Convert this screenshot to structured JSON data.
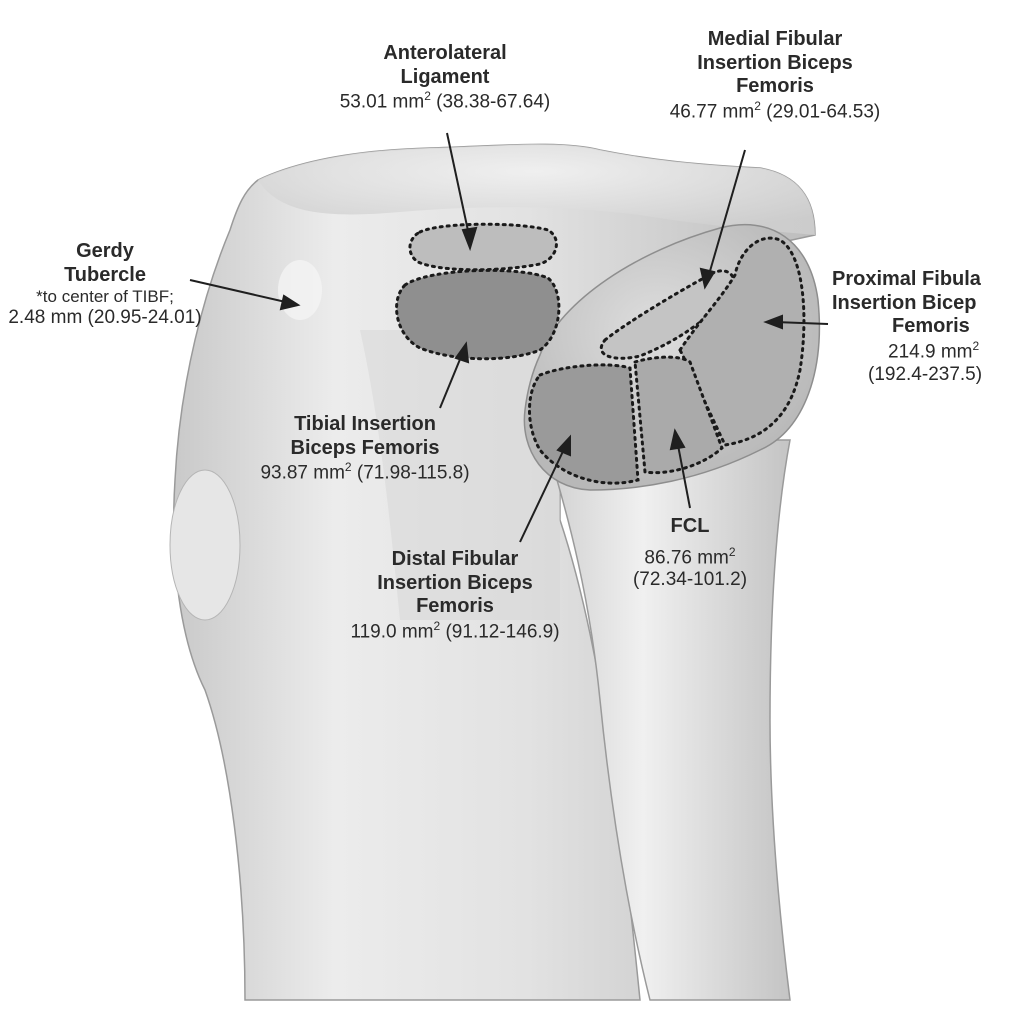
{
  "labels": {
    "anterolateral_ligament": {
      "title": [
        "Anterolateral",
        "Ligament"
      ],
      "area": "53.01 mm",
      "sup": "2",
      "range": " (38.38-67.64)"
    },
    "medial_fibular": {
      "title": [
        "Medial Fibular",
        "Insertion Biceps",
        "Femoris"
      ],
      "area": "46.77 mm",
      "sup": "2",
      "range": " (29.01-64.53)"
    },
    "gerdy": {
      "title": [
        "Gerdy",
        "Tubercle"
      ],
      "note": "*to center of TIBF;",
      "distance": "2.48 mm (20.95-24.01)"
    },
    "proximal_fibular": {
      "title": [
        "Proximal Fibula",
        "Insertion Bicep",
        "Femoris"
      ],
      "area": "214.9 mm",
      "sup": "2",
      "range": "(192.4-237.5)"
    },
    "tibial_insertion": {
      "title": [
        "Tibial Insertion",
        "Biceps Femoris"
      ],
      "area": "93.87 mm",
      "sup": "2",
      "range": " (71.98-115.8)"
    },
    "fcl": {
      "title": [
        "FCL"
      ],
      "area": "86.76 mm",
      "sup": "2",
      "range": "(72.34-101.2)"
    },
    "distal_fibular": {
      "title": [
        "Distal Fibular",
        "Insertion Biceps",
        "Femoris"
      ],
      "area": "119.0 mm",
      "sup": "2",
      "range": " (91.12-146.9)"
    }
  }
}
